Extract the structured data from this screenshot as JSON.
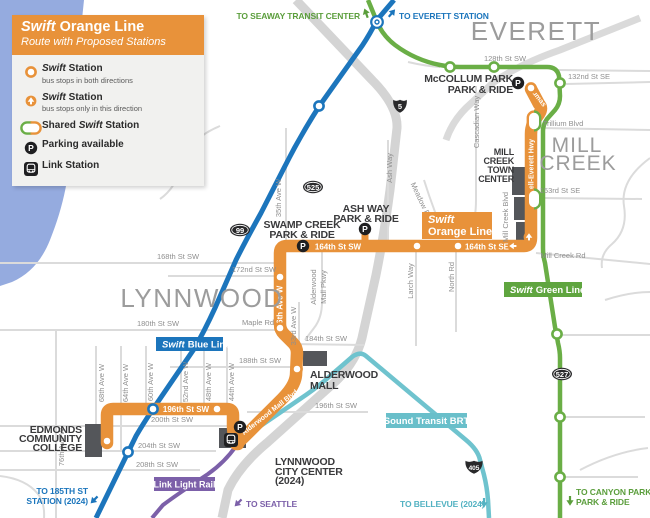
{
  "title": {
    "brand": "Swift",
    "line": "Orange Line",
    "subtitle": "Route with Proposed Stations"
  },
  "legend": {
    "items": [
      {
        "pre": "",
        "brand": "Swift",
        "post": " Station",
        "sub": "bus stops in both directions"
      },
      {
        "pre": "",
        "brand": "Swift",
        "post": " Station",
        "sub": "bus stops only in this direction"
      },
      {
        "pre": "Shared ",
        "brand": "Swift",
        "post": " Station",
        "sub": ""
      },
      {
        "pre": "Parking available",
        "brand": "",
        "post": "",
        "sub": ""
      },
      {
        "pre": "Link Station",
        "brand": "",
        "post": "",
        "sub": ""
      }
    ]
  },
  "icons": {
    "parking": "P"
  },
  "cities": {
    "everett": "EVERETT",
    "mill_creek_1": "MILL",
    "mill_creek_2": "CREEK",
    "lynnwood": "LYNNWOOD"
  },
  "destinations": {
    "seaway": "TO SEAWAY TRANSIT CENTER",
    "everett_station": "TO EVERETT STATION",
    "st185_1": "TO 185TH ST",
    "st185_2": "STATION (2024)",
    "seattle": "TO SEATTLE",
    "bellevue": "TO BELLEVUE (2024)",
    "canyon_1": "TO CANYON PARK",
    "canyon_2": "PARK & RIDE"
  },
  "line_labels": {
    "orange_brand": "Swift",
    "orange_rest": "Orange Line",
    "blue_brand": "Swift",
    "blue_rest": "Blue Line",
    "green_brand": "Swift",
    "green_rest": "Green Line",
    "link": "Link Light Rail",
    "brt": "Sound Transit BRT"
  },
  "pois": {
    "mccollum_1": "McCOLLUM PARK",
    "mccollum_2": "PARK & RIDE",
    "mctc_1": "MILL",
    "mctc_2": "CREEK",
    "mctc_3": "TOWN",
    "mctc_4": "CENTER",
    "ashway_1": "ASH WAY",
    "ashway_2": "PARK & RIDE",
    "swamp_1": "SWAMP CREEK",
    "swamp_2": "PARK & RIDE",
    "alderwood_1": "ALDERWOOD",
    "alderwood_2": "MALL",
    "edmonds_1": "EDMONDS",
    "edmonds_2": "COMMUNITY",
    "edmonds_3": "COLLEGE",
    "lcc_1": "LYNNWOOD",
    "lcc_2": "CITY CENTER",
    "lcc_3": "(2024)"
  },
  "route_streets": {
    "s164w": "164th St SW",
    "s164e": "164th St SE",
    "s196": "196th St SW",
    "ave36": "36th Ave W",
    "bothell": "Bothell-Everett Hwy",
    "dumas": "Dumas",
    "amb": "Alderwood Mall Blvd"
  },
  "streets": [
    "128th St SW",
    "132nd St SE",
    "Trillium Blvd",
    "153rd St SE",
    "Mill Creek Rd",
    "Mill Creek Blvd",
    "Cascadian Way",
    "Ash Way",
    "Meadow Rd",
    "35th Ave W",
    "168th St SW",
    "172nd St SW",
    "Maple Rd",
    "180th St SW",
    "33rd Ave W",
    "184th St SW",
    "188th St SW",
    "196th St SW",
    "200th St SW",
    "204th St SW",
    "208th St SW",
    "76th Ave W",
    "68th Ave W",
    "64th Ave W",
    "60th Ave W",
    "52nd Ave W",
    "48th Ave W",
    "44th Ave W",
    "Alderwood",
    "Mall Pkwy",
    "Larch Way",
    "North Rd"
  ],
  "shields": {
    "i5": "5",
    "i405": "405",
    "sr525": "525",
    "sr99": "99",
    "sr527": "527"
  },
  "colors": {
    "orange": "#E8923A",
    "blue": "#1C75BC",
    "green": "#6AAE46",
    "purple": "#7C60A9",
    "teal": "#6FC3CE",
    "water": "#95ABDF",
    "road": "#DBDBDB",
    "freeway": "#D4D4D4",
    "building": "#54565A",
    "city_text": "#9C9C9C",
    "street_text": "#8F8F8F",
    "shield": "#29292B"
  }
}
